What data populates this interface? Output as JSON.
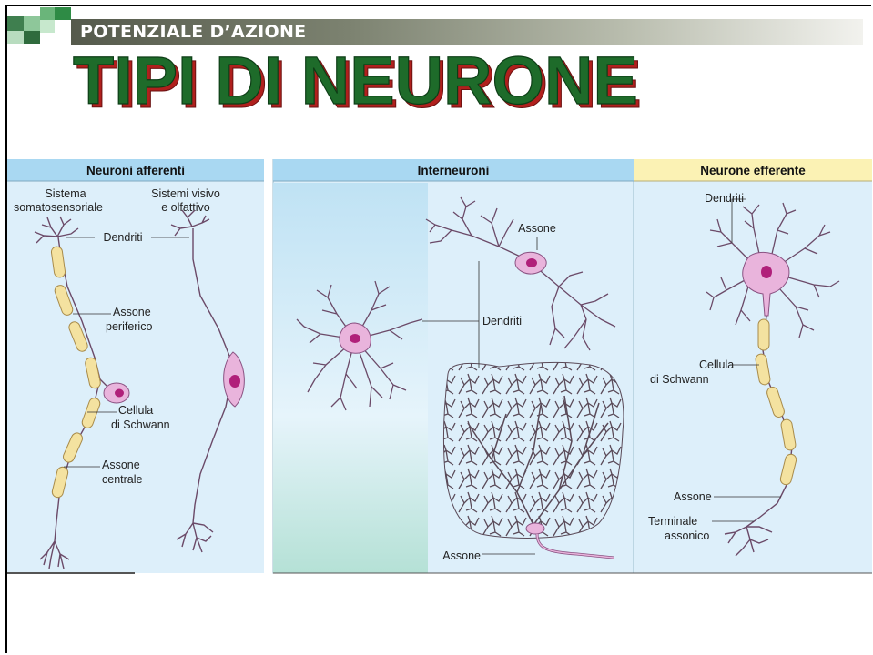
{
  "header": {
    "section_label": "POTENZIALE D’AZIONE",
    "title": "TIPI DI NEURONE"
  },
  "panels": {
    "afferent": {
      "header": "Neuroni afferenti",
      "label_somato": [
        "Sistema",
        "somatosensoriale"
      ],
      "label_visual": [
        "Sistemi visivo",
        "e olfattivo"
      ],
      "dendriti": "Dendriti",
      "assone_periferico": [
        "Assone",
        "periferico"
      ],
      "cellula_schwann": [
        "Cellula",
        "di Schwann"
      ],
      "assone_centrale": [
        "Assone",
        "centrale"
      ]
    },
    "inter": {
      "header": "Interneuroni",
      "assone_top": "Assone",
      "dendriti": "Dendriti",
      "assone_bottom": "Assone"
    },
    "efferent": {
      "header": "Neurone efferente",
      "dendriti": "Dendriti",
      "cellula_schwann": [
        "Cellula",
        "di Schwann"
      ],
      "assone": "Assone",
      "terminale": [
        "Terminale",
        "assonico"
      ]
    }
  },
  "colors": {
    "panel_bg": "#ddeffa",
    "header_blue": "#a9d8f2",
    "header_yellow": "#fbf2b4",
    "neuron_pink": "#e9b4dc",
    "nucleus": "#b0207a",
    "myelin": "#f4e2a0",
    "title_green": "#1e6b2a",
    "title_red": "#b0201d"
  }
}
